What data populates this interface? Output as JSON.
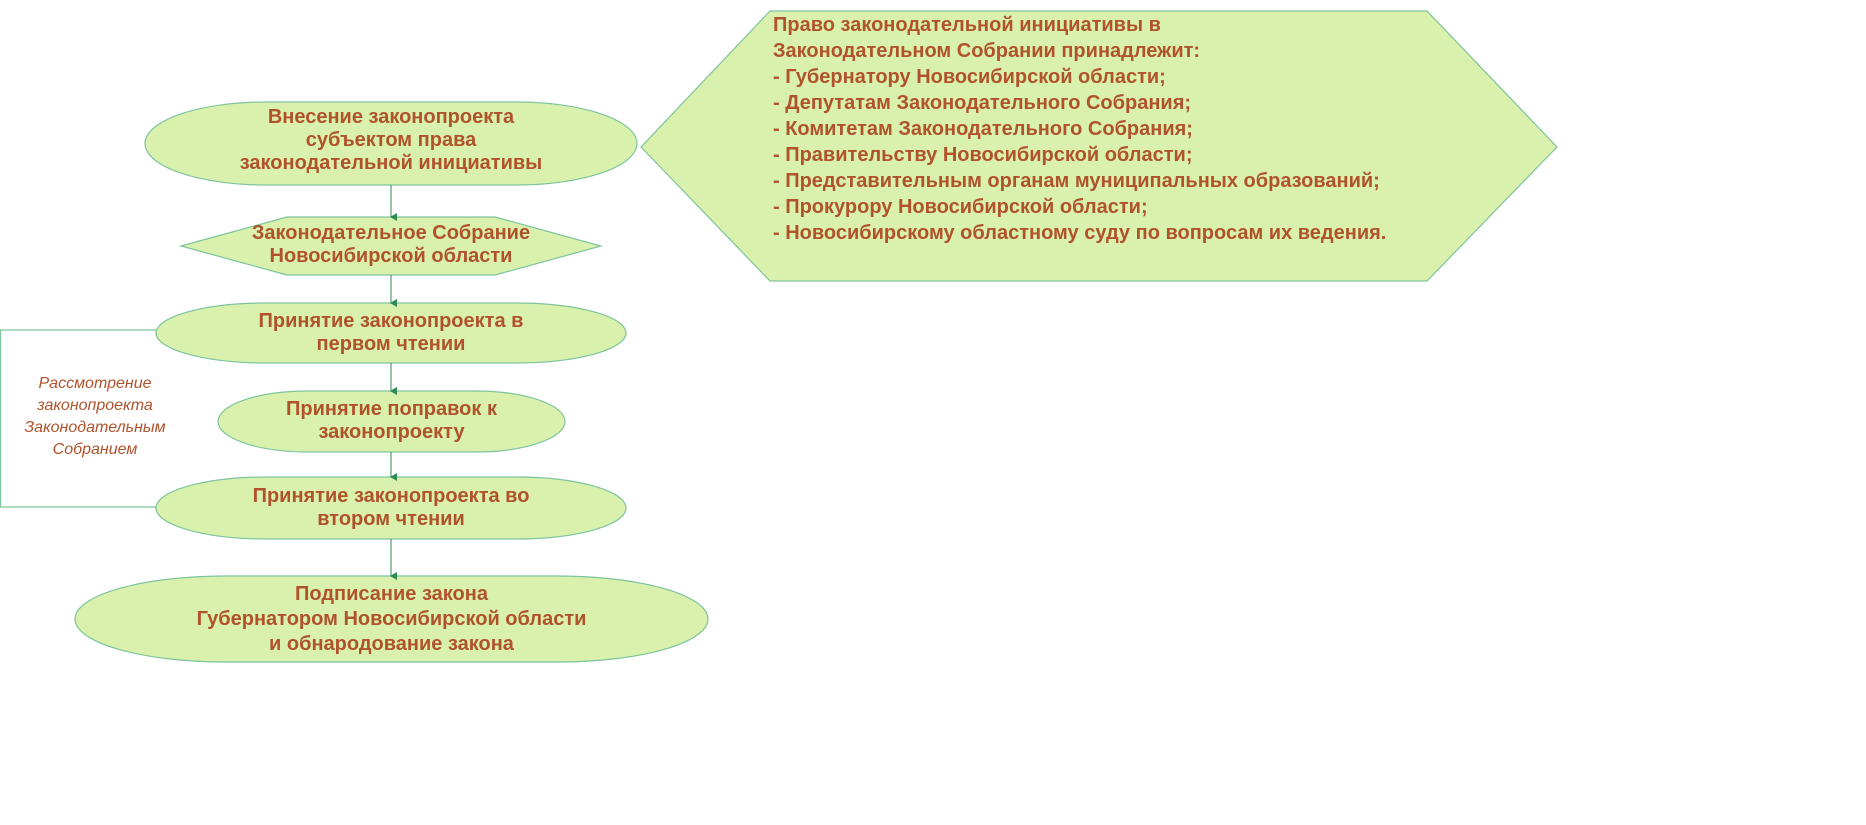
{
  "colors": {
    "fill": "#daf1ae",
    "stroke": "#7dc49b",
    "text": "#b0522c",
    "arrow": "#2e8b57"
  },
  "steps": [
    {
      "lines": [
        "Внесение законопроекта",
        "субъектом права",
        "законодательной инициативы"
      ]
    },
    {
      "lines": [
        "Законодательное Собрание",
        "Новосибирской области"
      ]
    },
    {
      "lines": [
        "Принятие законопроекта в",
        "первом чтении"
      ]
    },
    {
      "lines": [
        "Принятие поправок к",
        "законопроекту"
      ]
    },
    {
      "lines": [
        "Принятие законопроекта во",
        "втором чтении"
      ]
    },
    {
      "lines": [
        "Подписание закона",
        "Губернатором Новосибирской области",
        "и обнародование закона"
      ]
    }
  ],
  "bracket_label": [
    "Рассмотрение",
    "законопроекта",
    "Законодательным",
    "Собранием"
  ],
  "initiative": {
    "lines": [
      "Право законодательной инициативы в",
      "Законодательном Собрании принадлежит:",
      "- Губернатору Новосибирской области;",
      "- Депутатам Законодательного Собрания;",
      "- Комитетам Законодательного Собрания;",
      "- Правительству Новосибирской области;",
      "- Представительным органам муниципальных образований;",
      "- Прокурору Новосибирской области;",
      "- Новосибирскому областному суду по вопросам их ведения."
    ]
  }
}
